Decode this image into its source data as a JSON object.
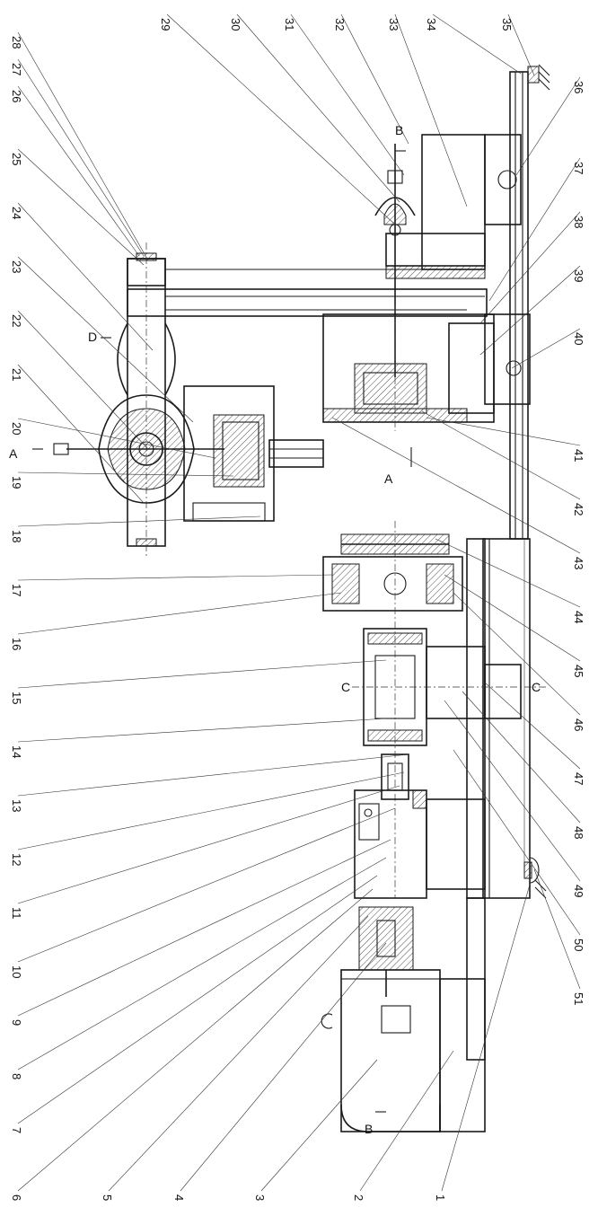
{
  "part_numbers": [
    "1",
    "2",
    "3",
    "4",
    "5",
    "6",
    "7",
    "8",
    "9",
    "10",
    "11",
    "12",
    "13",
    "14",
    "15",
    "16",
    "17",
    "18",
    "19",
    "20",
    "21",
    "22",
    "23",
    "24",
    "25",
    "26",
    "27",
    "28",
    "29",
    "30",
    "31",
    "32",
    "33",
    "34",
    "35",
    "36",
    "37",
    "38",
    "39",
    "40",
    "41",
    "42",
    "43",
    "44",
    "45",
    "46",
    "47",
    "48",
    "49",
    "50",
    "51"
  ],
  "section_marks": {
    "a_top": "A",
    "a_mid": "A",
    "b_top": "B",
    "b_bottom": "B",
    "c_left": "C",
    "c_right": "C",
    "d": "D"
  },
  "colors": {
    "line": "#1a1a1a",
    "background": "#ffffff"
  }
}
